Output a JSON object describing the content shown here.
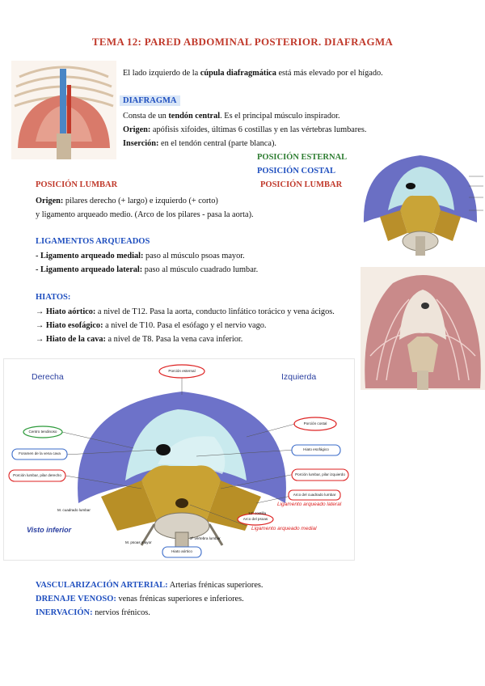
{
  "title": "TEMA 12: PARED ABDOMINAL POSTERIOR. DIAFRAGMA",
  "intro": {
    "pre": "El lado izquierdo de la ",
    "bold": "cúpula diafragmática",
    "post": " está más elevado por el hígado."
  },
  "diafragma": {
    "heading": "DIAFRAGMA",
    "line1_pre": "Consta de un ",
    "line1_bold": "tendón central",
    "line1_post": ". Es el principal músculo inspirador.",
    "origen_label": "Origen:",
    "origen_text": " apófisis xifoides, últimas 6 costillas y en las vértebras lumbares.",
    "insercion_label": "Inserción:",
    "insercion_text": " en el tendón central (parte blanca)."
  },
  "posiciones": {
    "esternal": "POSICIÓN ESTERNAL",
    "costal": "POSICIÓN COSTAL",
    "lumbar_right": "POSICIÓN LUMBAR",
    "lumbar_left": "POSICIÓN LUMBAR"
  },
  "lumbar": {
    "origen_label": "Origen:",
    "origen_text": " pilares derecho (+ largo) e izquierdo (+ corto)",
    "line2": "y ligamento arqueado medio. (Arco de los pilares - pasa la aorta)."
  },
  "ligamentos": {
    "heading": "LIGAMENTOS ARQUEADOS",
    "medial_label": "- Ligamento arqueado medial:",
    "medial_text": " paso al músculo psoas mayor.",
    "lateral_label": "- Ligamento arqueado lateral:",
    "lateral_text": " paso al músculo cuadrado lumbar."
  },
  "hiatos": {
    "heading": "HIATOS:",
    "items": [
      {
        "label": "→ Hiato aórtico:",
        "text": " a nivel de T12.  Pasa la aorta, conducto linfático torácico y vena ácigos."
      },
      {
        "label": "→ Hiato esofágico:",
        "text": " a nivel de T10.  Pasa el esófago y el nervio vago."
      },
      {
        "label": "→ Hiato de la cava:",
        "text": " a nivel de T8.  Pasa la vena cava inferior."
      }
    ]
  },
  "figure": {
    "derecha": "Derecha",
    "izquierda": "Izquierda",
    "visto": "Visto inferior",
    "labels": {
      "porcion_esternal": "Porción esternal",
      "centro_frenico": "Centro tendinoso",
      "foramen_cava": "Foramen de la vena cava",
      "porcion_lumbar_der": "Porción lumbar, pilar derecho",
      "porcion_costal": "Porción costal",
      "hiato_esofagico": "Hiato esofágico",
      "porcion_lumbar_izq": "Porción lumbar, pilar izquierdo",
      "arco_cuadrado": "Arco del cuadrado lumbar",
      "lig_lateral": "Ligamento arqueado lateral",
      "arco_psoas": "Arco del psoas",
      "lig_medial": "Ligamento arqueado medial",
      "hiato_aortico": "Hiato aórtico",
      "m_cuadrado": "M. cuadrado lumbar",
      "costilla": "12ª costilla",
      "m_psoas": "M. psoas mayor",
      "vertebra": "3ª vértebra lumbar"
    }
  },
  "footer": {
    "vasc_label": "VASCULARIZACIÓN ARTERIAL:",
    "vasc_text": " Arterias frénicas superiores.",
    "dren_label": "DRENAJE VENOSO:",
    "dren_text": " venas frénicas superiores e inferiores.",
    "inerv_label": "INERVACIÓN:",
    "inerv_text": " nervios frénicos."
  },
  "colors": {
    "title": "#c0392b",
    "blue_heading": "#1f4fbf",
    "green_heading": "#2e7d32"
  }
}
